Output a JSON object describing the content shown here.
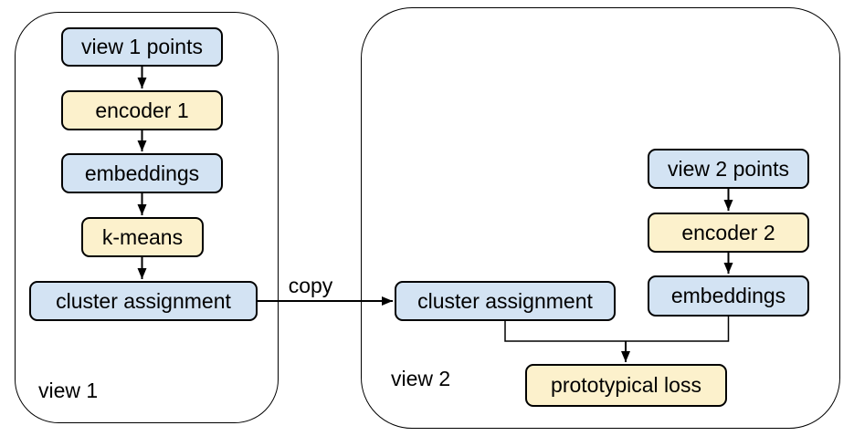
{
  "diagram": {
    "containers": [
      {
        "id": "view1",
        "label": "view 1"
      },
      {
        "id": "view2",
        "label": "view 2"
      }
    ],
    "nodes": [
      {
        "id": "view1-points",
        "label": "view 1 points",
        "type": "data"
      },
      {
        "id": "encoder-1",
        "label": "encoder 1",
        "type": "operation"
      },
      {
        "id": "embeddings-1",
        "label": "embeddings",
        "type": "data"
      },
      {
        "id": "k-means",
        "label": "k-means",
        "type": "operation"
      },
      {
        "id": "cluster-assignment-1",
        "label": "cluster assignment",
        "type": "data"
      },
      {
        "id": "cluster-assignment-2",
        "label": "cluster assignment",
        "type": "data"
      },
      {
        "id": "view2-points",
        "label": "view 2 points",
        "type": "data"
      },
      {
        "id": "encoder-2",
        "label": "encoder 2",
        "type": "operation"
      },
      {
        "id": "embeddings-2",
        "label": "embeddings",
        "type": "data"
      }
    ],
    "loss_node": {
      "id": "prototypical-loss",
      "label": "prototypical loss",
      "type": "operation"
    },
    "edges": {
      "copy_label": "copy"
    },
    "colors": {
      "data_fill": "#d3e3f3",
      "operation_fill": "#fcf1cc",
      "border": "#000000",
      "arrow": "#000000",
      "background": "#ffffff"
    }
  }
}
